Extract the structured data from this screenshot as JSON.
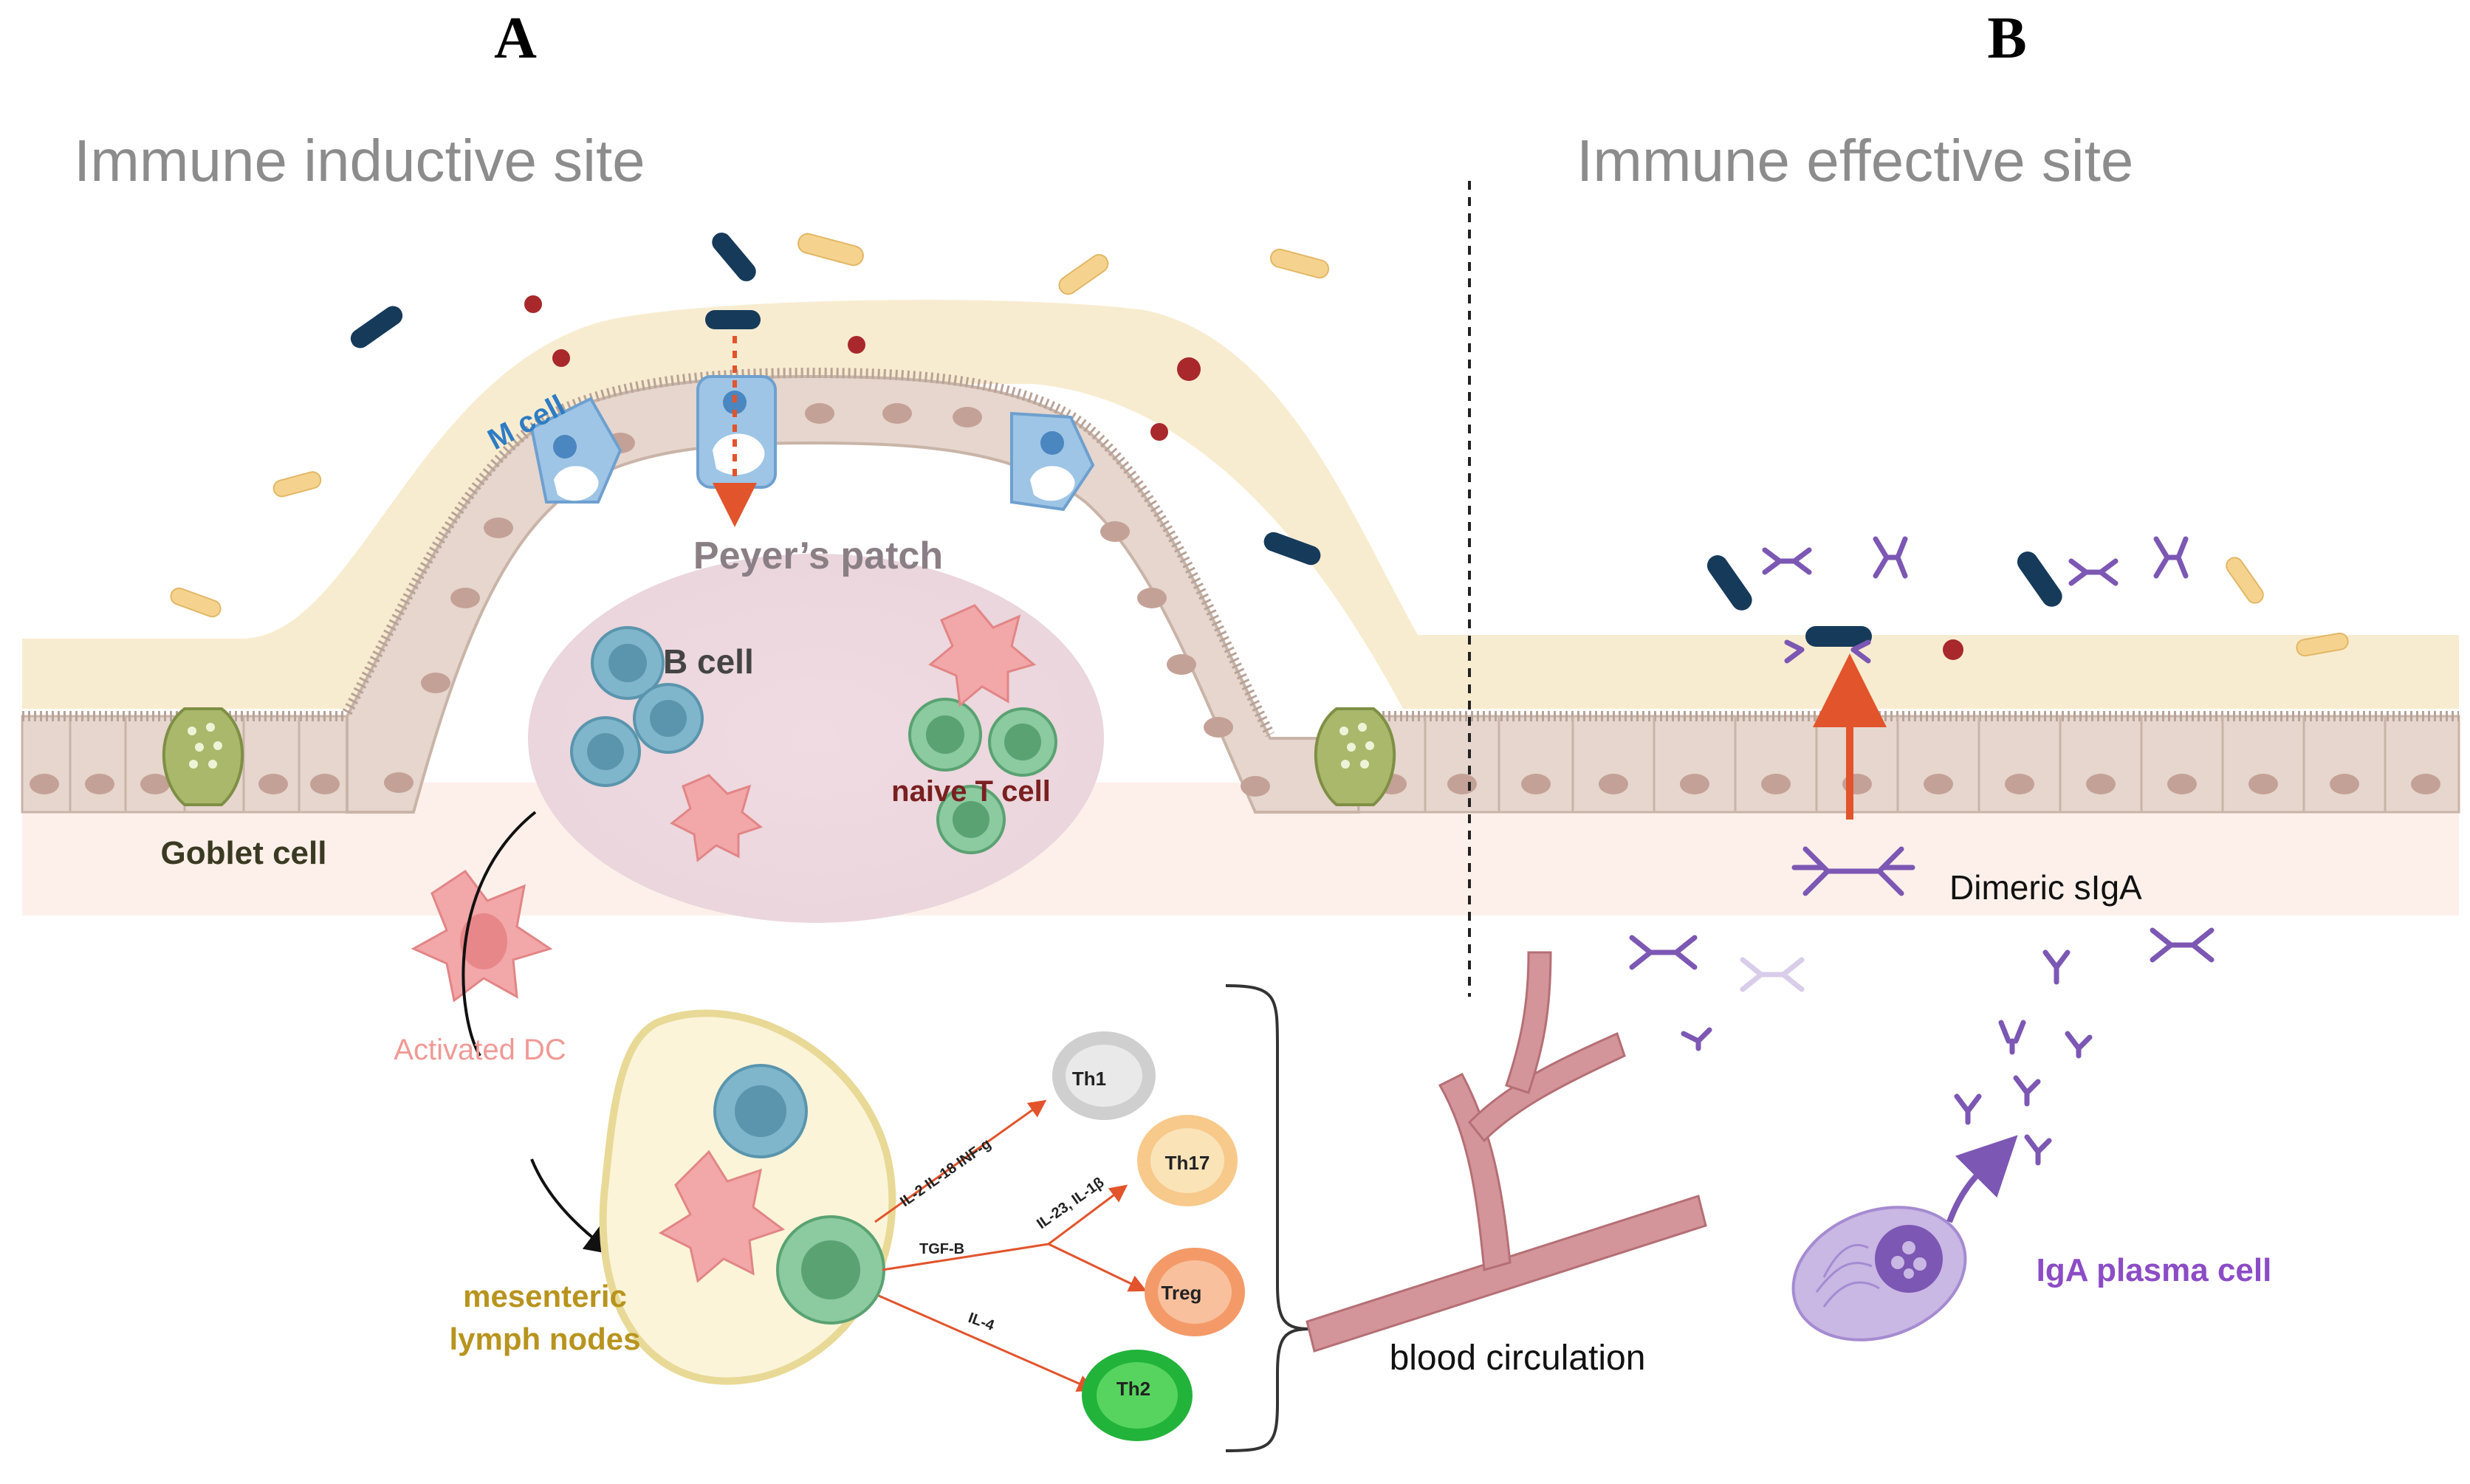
{
  "panels": {
    "a": {
      "letter": "A",
      "title": "Immune inductive site"
    },
    "b": {
      "letter": "B",
      "title": "Immune effective site"
    }
  },
  "labels": {
    "m_cell": "M cell",
    "peyers_patch": "Peyer’s patch",
    "b_cell": "B cell",
    "naive_t_cell": "naive T cell",
    "goblet_cell": "Goblet cell",
    "activated_dc": "Activated DC",
    "lymph_nodes_line1": "mesenteric",
    "lymph_nodes_line2": "lymph nodes",
    "blood_circulation": "blood circulation",
    "dimeric_siga": "Dimeric sIgA",
    "iga_plasma_cell": "IgA plasma cell"
  },
  "t_cells": {
    "th1": "Th1",
    "th17": "Th17",
    "treg": "Treg",
    "th2": "Th2"
  },
  "cytokines": {
    "th1": "IL-2 IL-18 INF-g",
    "th17": "IL-23, IL-1β",
    "treg": "TGF-B",
    "th2": "IL-4"
  },
  "colors": {
    "mucus": "#f8ecd0",
    "epithelium": "#e6d6cd",
    "epithelium_border": "#c9b4a8",
    "nucleus": "#c4a197",
    "lamina": "#fdf0ea",
    "m_cell": "#9ec5e6",
    "m_cell_label": "#2e7cc4",
    "b_cell": "#7fb6cc",
    "t_cell": "#78b98f",
    "dc": "#f2a7a8",
    "goblet": "#a9b86a",
    "bacteria_dark": "#163a5a",
    "bacteria_light": "#f5d38f",
    "virus": "#a8282c",
    "iga": "#7c57b3",
    "plasma_cell": "#c9b7e4",
    "vessel": "#d3959a",
    "arrow_red": "#e2542c",
    "lymph_node": "#fbf4d9",
    "lymph_label": "#b8941f",
    "th1": "#cfcfcf",
    "th17": "#f7c98a",
    "treg": "#f49a68",
    "th2": "#22b33a"
  }
}
